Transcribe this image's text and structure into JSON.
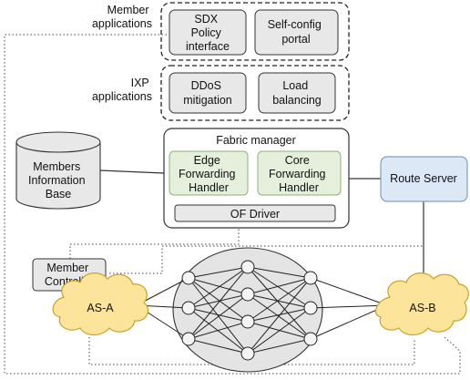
{
  "member_apps": {
    "group_label": [
      "Member",
      "applications"
    ],
    "sdx": [
      "SDX",
      "Policy",
      "interface"
    ],
    "self_config": [
      "Self-config",
      "portal"
    ]
  },
  "ixp_apps": {
    "group_label": [
      "IXP",
      "applications"
    ],
    "ddos": [
      "DDoS",
      "mitigation"
    ],
    "load_balancing": [
      "Load",
      "balancing"
    ]
  },
  "mib": [
    "Members",
    "Information",
    "Base"
  ],
  "fabric_manager": {
    "title": "Fabric manager",
    "edge_handler": [
      "Edge",
      "Forwarding",
      "Handler"
    ],
    "core_handler": [
      "Core",
      "Forwarding",
      "Handler"
    ],
    "of_driver": "OF Driver"
  },
  "route_server": "Route Server",
  "member_controller": [
    "Member",
    "Controller"
  ],
  "as_a": "AS-A",
  "as_b": "AS-B",
  "colors": {
    "box_fill": "#e8e8e8",
    "handler_fill": "#e4f0dc",
    "handler_stroke": "#8fb07a",
    "route_server_fill": "#dce8f5",
    "route_server_stroke": "#7fa0c4",
    "cloud_fill": "#fce59a",
    "cloud_stroke": "#c9a227",
    "mesh_fill": "#e4e4e4"
  }
}
